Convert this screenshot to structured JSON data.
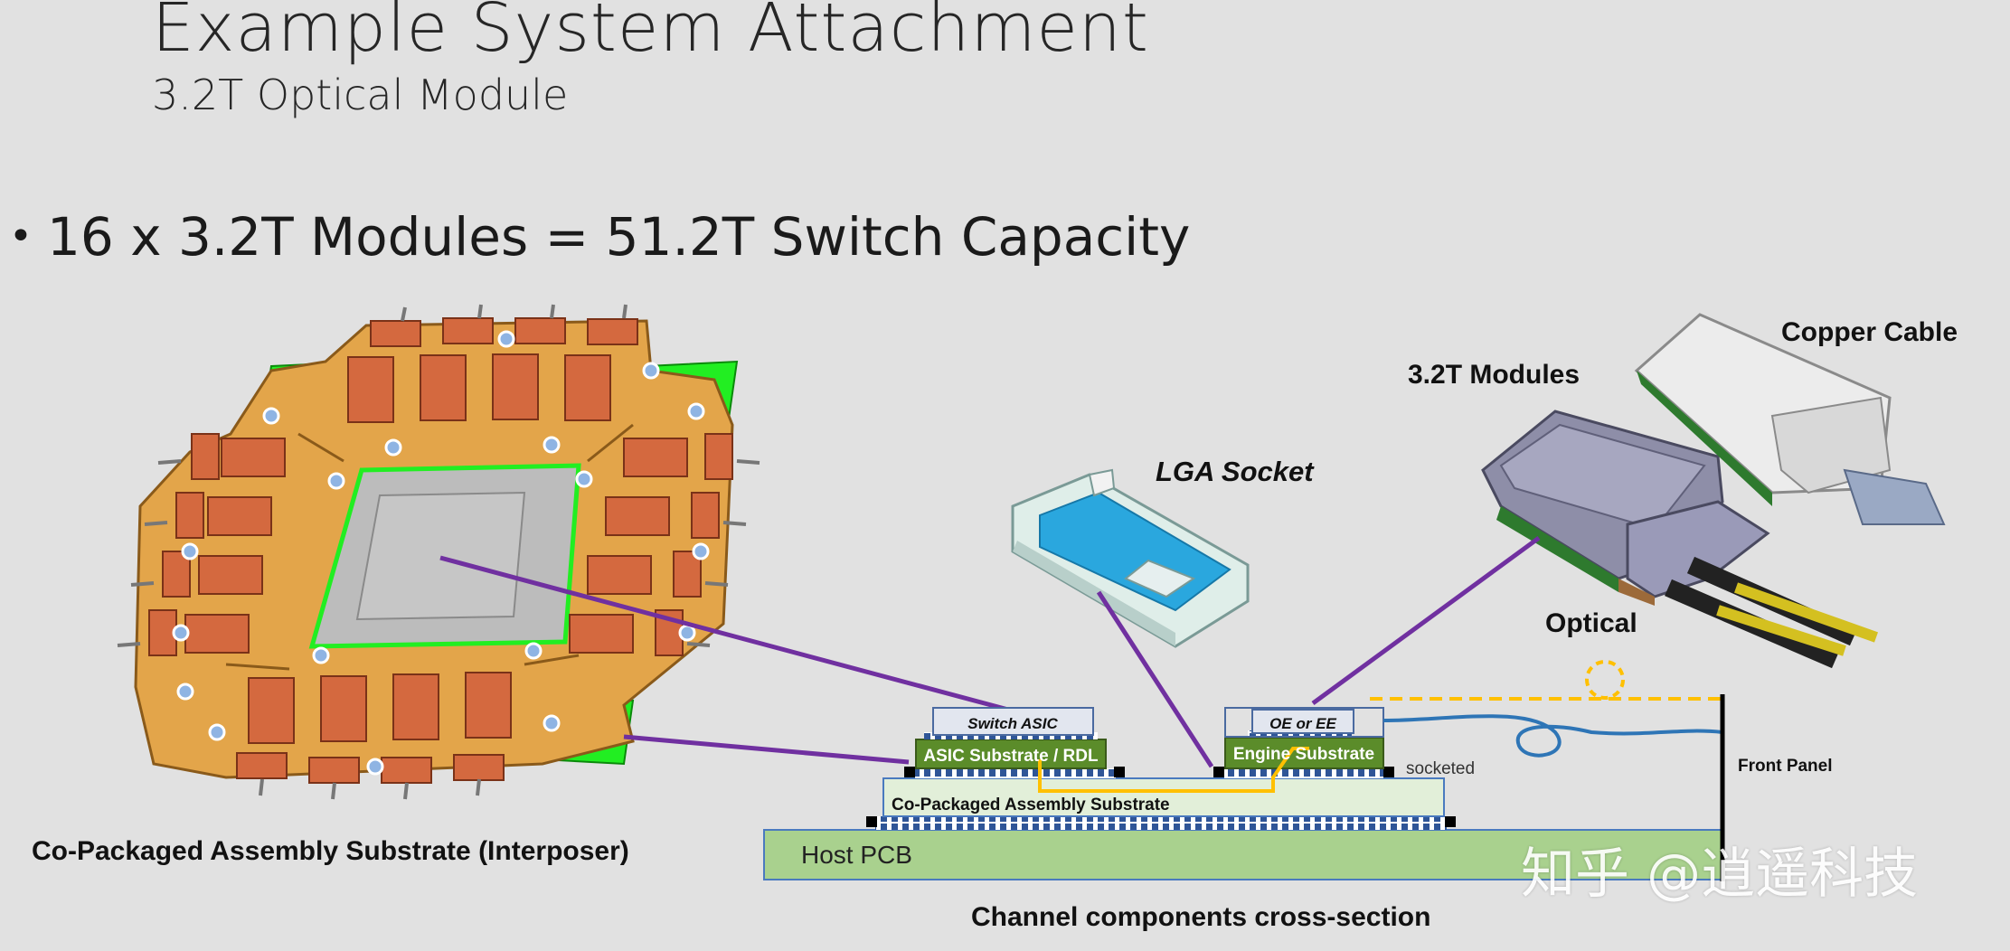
{
  "title": "Example System Attachment",
  "subtitle": "3.2T Optical Module",
  "bullet": "16 x 3.2T Modules = 51.2T Switch Capacity",
  "labels": {
    "interposer": "Co-Packaged Assembly Substrate (Interposer)",
    "lga_socket": "LGA Socket",
    "modules": "3.2T Modules",
    "copper_cable": "Copper Cable",
    "optical": "Optical",
    "front_panel": "Front Panel",
    "socketed": "socketed",
    "cross_section": "Channel components cross-section"
  },
  "cross_section": {
    "switch_asic": "Switch ASIC",
    "asic_substrate": "ASIC Substrate / RDL",
    "oe_ee": "OE or EE",
    "engine_substrate": "Engine Substrate",
    "cpa_substrate": "Co-Packaged Assembly Substrate",
    "host_pcb": "Host PCB"
  },
  "watermark": "知乎 @逍遥科技",
  "colors": {
    "background": "#e1e1e1",
    "leader_line": "#7030a0",
    "green_substrate": "#5b8c2a",
    "host_pcb": "#a9d18e",
    "optical_fiber": "#2e75b6",
    "dashed_path": "#ffc000",
    "copper_pad": "#d4693f",
    "frame_orange": "#e3a54a",
    "socket_blue": "#2aa7de"
  }
}
